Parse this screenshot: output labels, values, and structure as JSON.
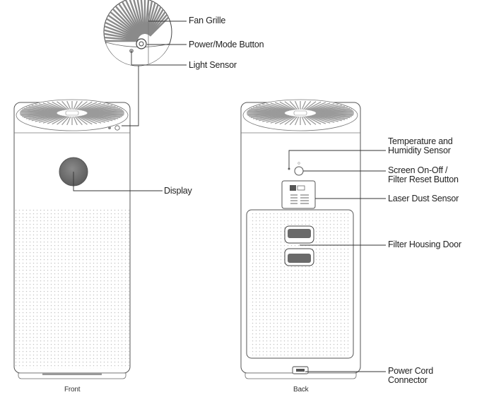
{
  "labels": {
    "fan_grille": "Fan Grille",
    "power_mode_button": "Power/Mode Button",
    "light_sensor": "Light Sensor",
    "display": "Display",
    "temp_humidity_1": "Temperature and",
    "temp_humidity_2": "Humidity Sensor",
    "screen_toggle_1": "Screen On-Off /",
    "screen_toggle_2": "Filter Reset Button",
    "laser_dust_sensor": "Laser Dust Sensor",
    "filter_housing_door": "Filter Housing Door",
    "power_cord_1": "Power Cord",
    "power_cord_2": "Connector"
  },
  "captions": {
    "front": "Front",
    "back": "Back"
  },
  "colors": {
    "outline": "#555555",
    "leader": "#333333",
    "fan_grille": "#9a9a9a",
    "display": "#707070",
    "mesh_dot": "#c8c8c8"
  }
}
